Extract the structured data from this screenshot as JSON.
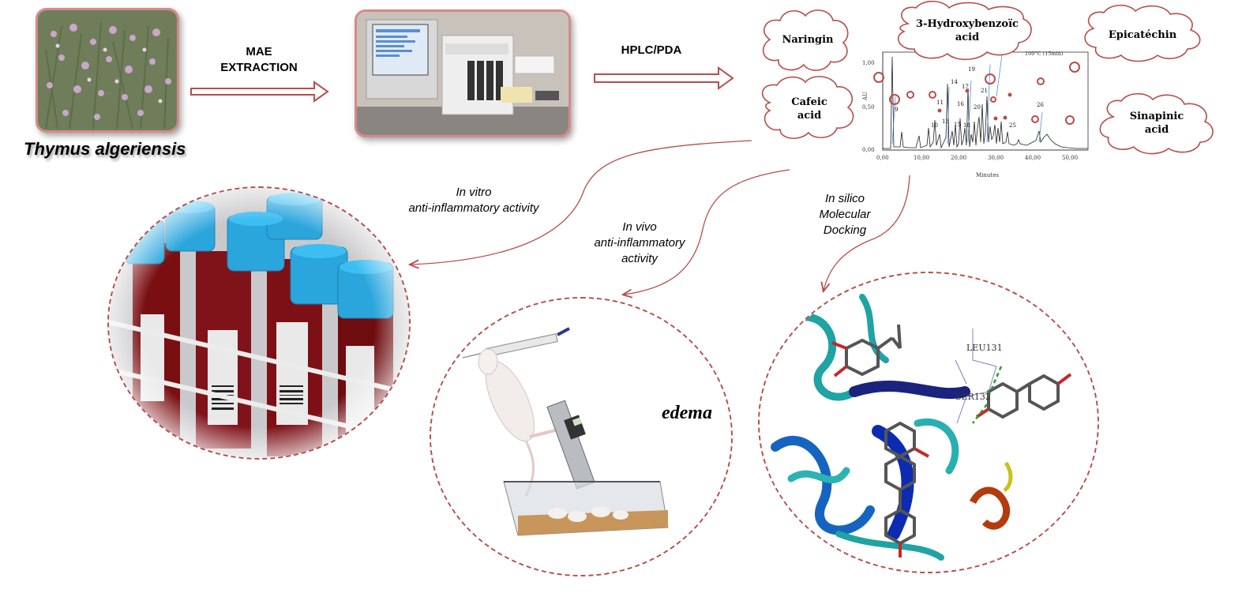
{
  "plant": {
    "species": "Thymus algeriensis"
  },
  "steps": {
    "extraction": {
      "line1": "MAE",
      "line2": "EXTRACTION"
    },
    "analysis": "HPLC/PDA"
  },
  "compounds": {
    "naringin": "Naringin",
    "hydroxybenzoic_line1": "3-Hydroxybenzoïc",
    "hydroxybenzoic_line2": "acid",
    "epicatechin": "Epicatéchin",
    "cafeic_line1": "Cafeic",
    "cafeic_line2": "acid",
    "sinapinic_line1": "Sinapinic",
    "sinapinic_line2": "acid"
  },
  "chromatogram": {
    "x_ticks": [
      "0,00",
      "10,00",
      "20,00",
      "30,00",
      "40,00",
      "50,00"
    ],
    "y_ticks": [
      "1,00",
      "0,50",
      "0,00"
    ],
    "xlabel": "Minutes",
    "ylabel": "AU",
    "annotation": "100°C (15min)",
    "peak_labels": [
      "9",
      "10",
      "11",
      "13",
      "14",
      "15",
      "16",
      "17",
      "18",
      "19",
      "20",
      "21",
      "25",
      "26"
    ]
  },
  "activities": {
    "in_vitro_line1": "In vitro",
    "in_vitro_line2": "anti-inflammatory activity",
    "in_vivo_line1": "In vivo",
    "in_vivo_line2": "anti-inflammatory",
    "in_vivo_line3": "activity",
    "in_silico_line1": "In silico",
    "in_silico_line2": "Molecular",
    "in_silico_line3": "Docking"
  },
  "in_vivo_circle": {
    "label": "edema"
  },
  "docking": {
    "residue1": "LEU131",
    "residue2": "SER132"
  },
  "colors": {
    "arrow": "#b84c4c",
    "frame": "#d48a8a",
    "cap_blue": "#2aa6dd",
    "blood": "#8b1a1a"
  }
}
